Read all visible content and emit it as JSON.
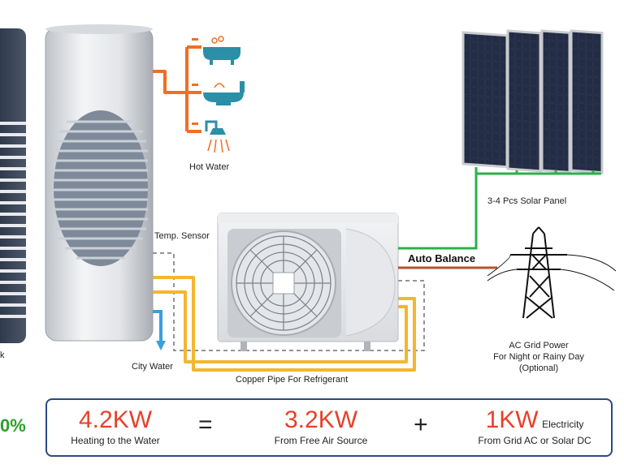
{
  "labels": {
    "hot_water": "Hot Water",
    "temp_sensor": "Temp. Sensor",
    "city_water": "City Water",
    "copper_pipe": "Copper Pipe For Refrigerant",
    "auto_balance": "Auto Balance",
    "solar_panel": "3-4 Pcs Solar Panel",
    "ac_grid_line1": "AC Grid Power",
    "ac_grid_line2": "For Night or Rainy Day",
    "ac_grid_line3": "(Optional)",
    "left_cut": "k"
  },
  "equation": {
    "left_percent": "0%",
    "term1_value": "4.2KW",
    "term1_caption": "Heating to the Water",
    "equals": "=",
    "term2_value": "3.2KW",
    "term2_caption": "From Free Air Source",
    "plus": "+",
    "term3_value": "1KW",
    "term3_suffix": "Electricity",
    "term3_caption": "From Grid AC or Solar DC"
  },
  "colors": {
    "hot_pipe": "#f07020",
    "refrigerant_pipe": "#f2b630",
    "city_water_pipe": "#3aa0dc",
    "solar_cable": "#2bb04a",
    "grid_cable": "#b5542a",
    "accent_red": "#e8402a",
    "box_border": "#2b4a80"
  }
}
